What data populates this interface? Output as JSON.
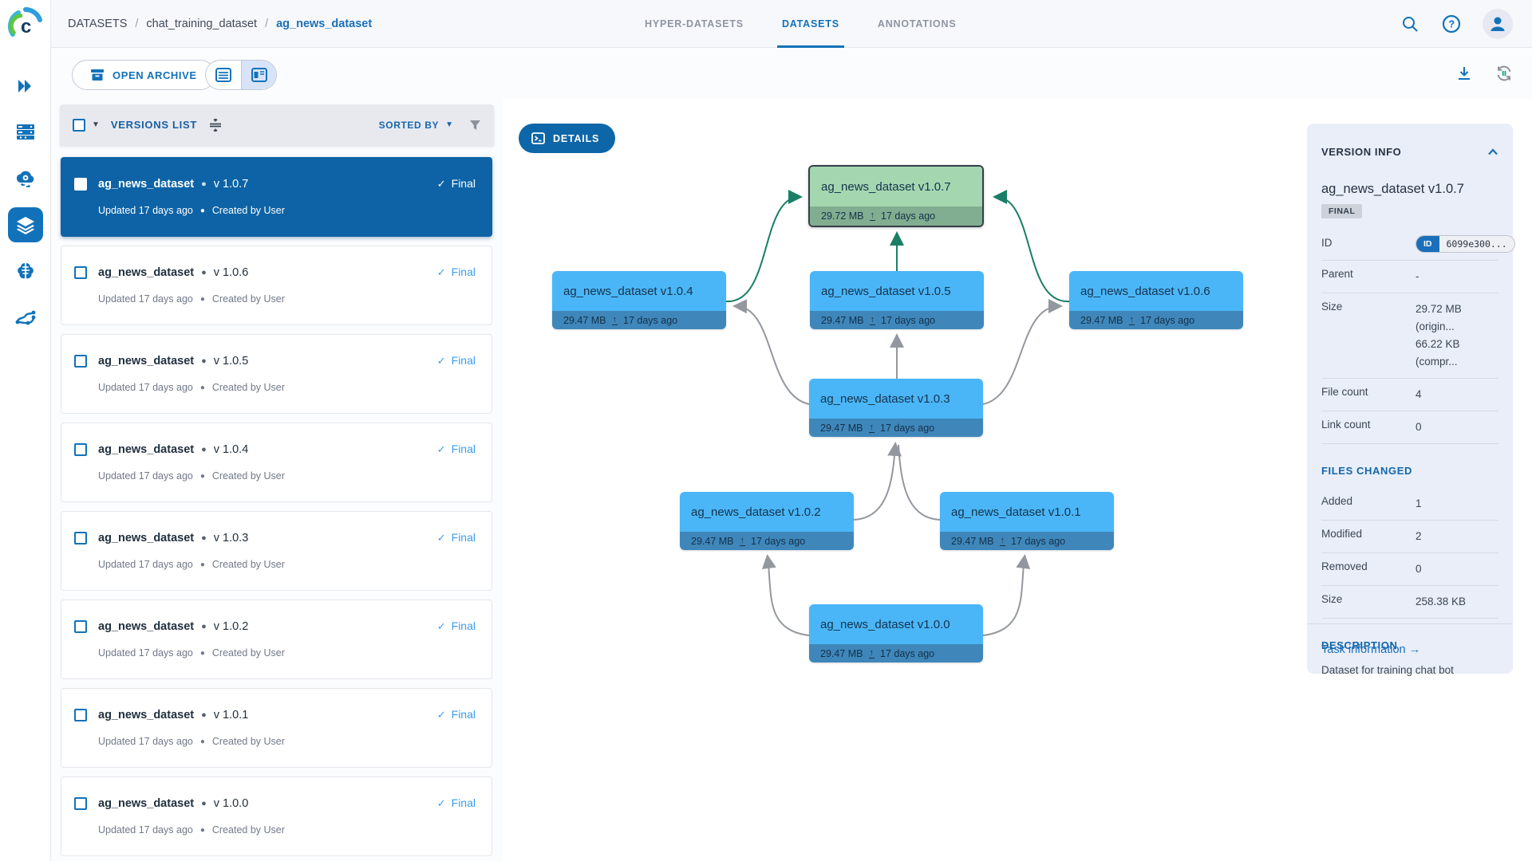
{
  "header": {
    "breadcrumb": [
      "DATASETS",
      "chat_training_dataset",
      "ag_news_dataset"
    ],
    "tabs": [
      {
        "label": "HYPER-DATASETS",
        "active": false
      },
      {
        "label": "DATASETS",
        "active": true
      },
      {
        "label": "ANNOTATIONS",
        "active": false
      }
    ]
  },
  "toolbar": {
    "open_archive_label": "OPEN ARCHIVE"
  },
  "versions_panel": {
    "title": "VERSIONS LIST",
    "sorted_by_label": "SORTED BY",
    "items": [
      {
        "name": "ag_news_dataset",
        "version": "v 1.0.7",
        "status": "Final",
        "updated": "Updated 17 days ago",
        "author": "Created by User",
        "selected": true
      },
      {
        "name": "ag_news_dataset",
        "version": "v 1.0.6",
        "status": "Final",
        "updated": "Updated 17 days ago",
        "author": "Created by User",
        "selected": false
      },
      {
        "name": "ag_news_dataset",
        "version": "v 1.0.5",
        "status": "Final",
        "updated": "Updated 17 days ago",
        "author": "Created by User",
        "selected": false
      },
      {
        "name": "ag_news_dataset",
        "version": "v 1.0.4",
        "status": "Final",
        "updated": "Updated 17 days ago",
        "author": "Created by User",
        "selected": false
      },
      {
        "name": "ag_news_dataset",
        "version": "v 1.0.3",
        "status": "Final",
        "updated": "Updated 17 days ago",
        "author": "Created by User",
        "selected": false
      },
      {
        "name": "ag_news_dataset",
        "version": "v 1.0.2",
        "status": "Final",
        "updated": "Updated 17 days ago",
        "author": "Created by User",
        "selected": false
      },
      {
        "name": "ag_news_dataset",
        "version": "v 1.0.1",
        "status": "Final",
        "updated": "Updated 17 days ago",
        "author": "Created by User",
        "selected": false
      },
      {
        "name": "ag_news_dataset",
        "version": "v 1.0.0",
        "status": "Final",
        "updated": "Updated 17 days ago",
        "author": "Created by User",
        "selected": false
      }
    ]
  },
  "graph": {
    "details_label": "DETAILS",
    "nodes": [
      {
        "id": "v1.0.7",
        "label": "ag_news_dataset v1.0.7",
        "size": "29.72 MB",
        "date": "17 days ago",
        "selected": true
      },
      {
        "id": "v1.0.4",
        "label": "ag_news_dataset v1.0.4",
        "size": "29.47 MB",
        "date": "17 days ago",
        "selected": false
      },
      {
        "id": "v1.0.5",
        "label": "ag_news_dataset v1.0.5",
        "size": "29.47 MB",
        "date": "17 days ago",
        "selected": false
      },
      {
        "id": "v1.0.6",
        "label": "ag_news_dataset v1.0.6",
        "size": "29.47 MB",
        "date": "17 days ago",
        "selected": false
      },
      {
        "id": "v1.0.3",
        "label": "ag_news_dataset v1.0.3",
        "size": "29.47 MB",
        "date": "17 days ago",
        "selected": false
      },
      {
        "id": "v1.0.2",
        "label": "ag_news_dataset v1.0.2",
        "size": "29.47 MB",
        "date": "17 days ago",
        "selected": false
      },
      {
        "id": "v1.0.1",
        "label": "ag_news_dataset v1.0.1",
        "size": "29.47 MB",
        "date": "17 days ago",
        "selected": false
      },
      {
        "id": "v1.0.0",
        "label": "ag_news_dataset v1.0.0",
        "size": "29.47 MB",
        "date": "17 days ago",
        "selected": false
      }
    ],
    "edges": [
      {
        "from": "v1.0.4",
        "to": "v1.0.7",
        "highlight": true
      },
      {
        "from": "v1.0.5",
        "to": "v1.0.7",
        "highlight": true
      },
      {
        "from": "v1.0.6",
        "to": "v1.0.7",
        "highlight": true
      },
      {
        "from": "v1.0.3",
        "to": "v1.0.4",
        "highlight": false
      },
      {
        "from": "v1.0.3",
        "to": "v1.0.5",
        "highlight": false
      },
      {
        "from": "v1.0.3",
        "to": "v1.0.6",
        "highlight": false
      },
      {
        "from": "v1.0.2",
        "to": "v1.0.3",
        "highlight": false
      },
      {
        "from": "v1.0.1",
        "to": "v1.0.3",
        "highlight": false
      },
      {
        "from": "v1.0.0",
        "to": "v1.0.2",
        "highlight": false
      },
      {
        "from": "v1.0.0",
        "to": "v1.0.1",
        "highlight": false
      }
    ]
  },
  "info_panel": {
    "title": "VERSION INFO",
    "version_title": "ag_news_dataset v1.0.7",
    "badge": "FINAL",
    "rows": [
      {
        "label": "ID",
        "chip": {
          "tag": "ID",
          "value": "6099e300..."
        }
      },
      {
        "label": "Parent",
        "value": "-"
      },
      {
        "label": "Size",
        "value": "29.72 MB (origin...\n66.22 KB (compr..."
      },
      {
        "label": "File count",
        "value": "4"
      },
      {
        "label": "Link count",
        "value": "0"
      }
    ],
    "files_changed_title": "FILES CHANGED",
    "files_changed_rows": [
      {
        "label": "Added",
        "value": "1"
      },
      {
        "label": "Modified",
        "value": "2"
      },
      {
        "label": "Removed",
        "value": "0"
      },
      {
        "label": "Size",
        "value": "258.38 KB"
      }
    ],
    "description_title": "DESCRIPTION",
    "description": "Dataset for training chat bot",
    "task_link_label": "Task information →"
  },
  "colors": {
    "accent_blue": "#1272b9",
    "selected_row": "#0d63a5",
    "node_blue": "#4ab6f7",
    "node_blue_bar": "#3f87ba",
    "node_green": "#a4d7b0",
    "node_green_bar": "#81ae90",
    "edge_highlight": "#1a7f66",
    "edge_normal": "#93989e",
    "final_status": "#3a9bf0"
  }
}
